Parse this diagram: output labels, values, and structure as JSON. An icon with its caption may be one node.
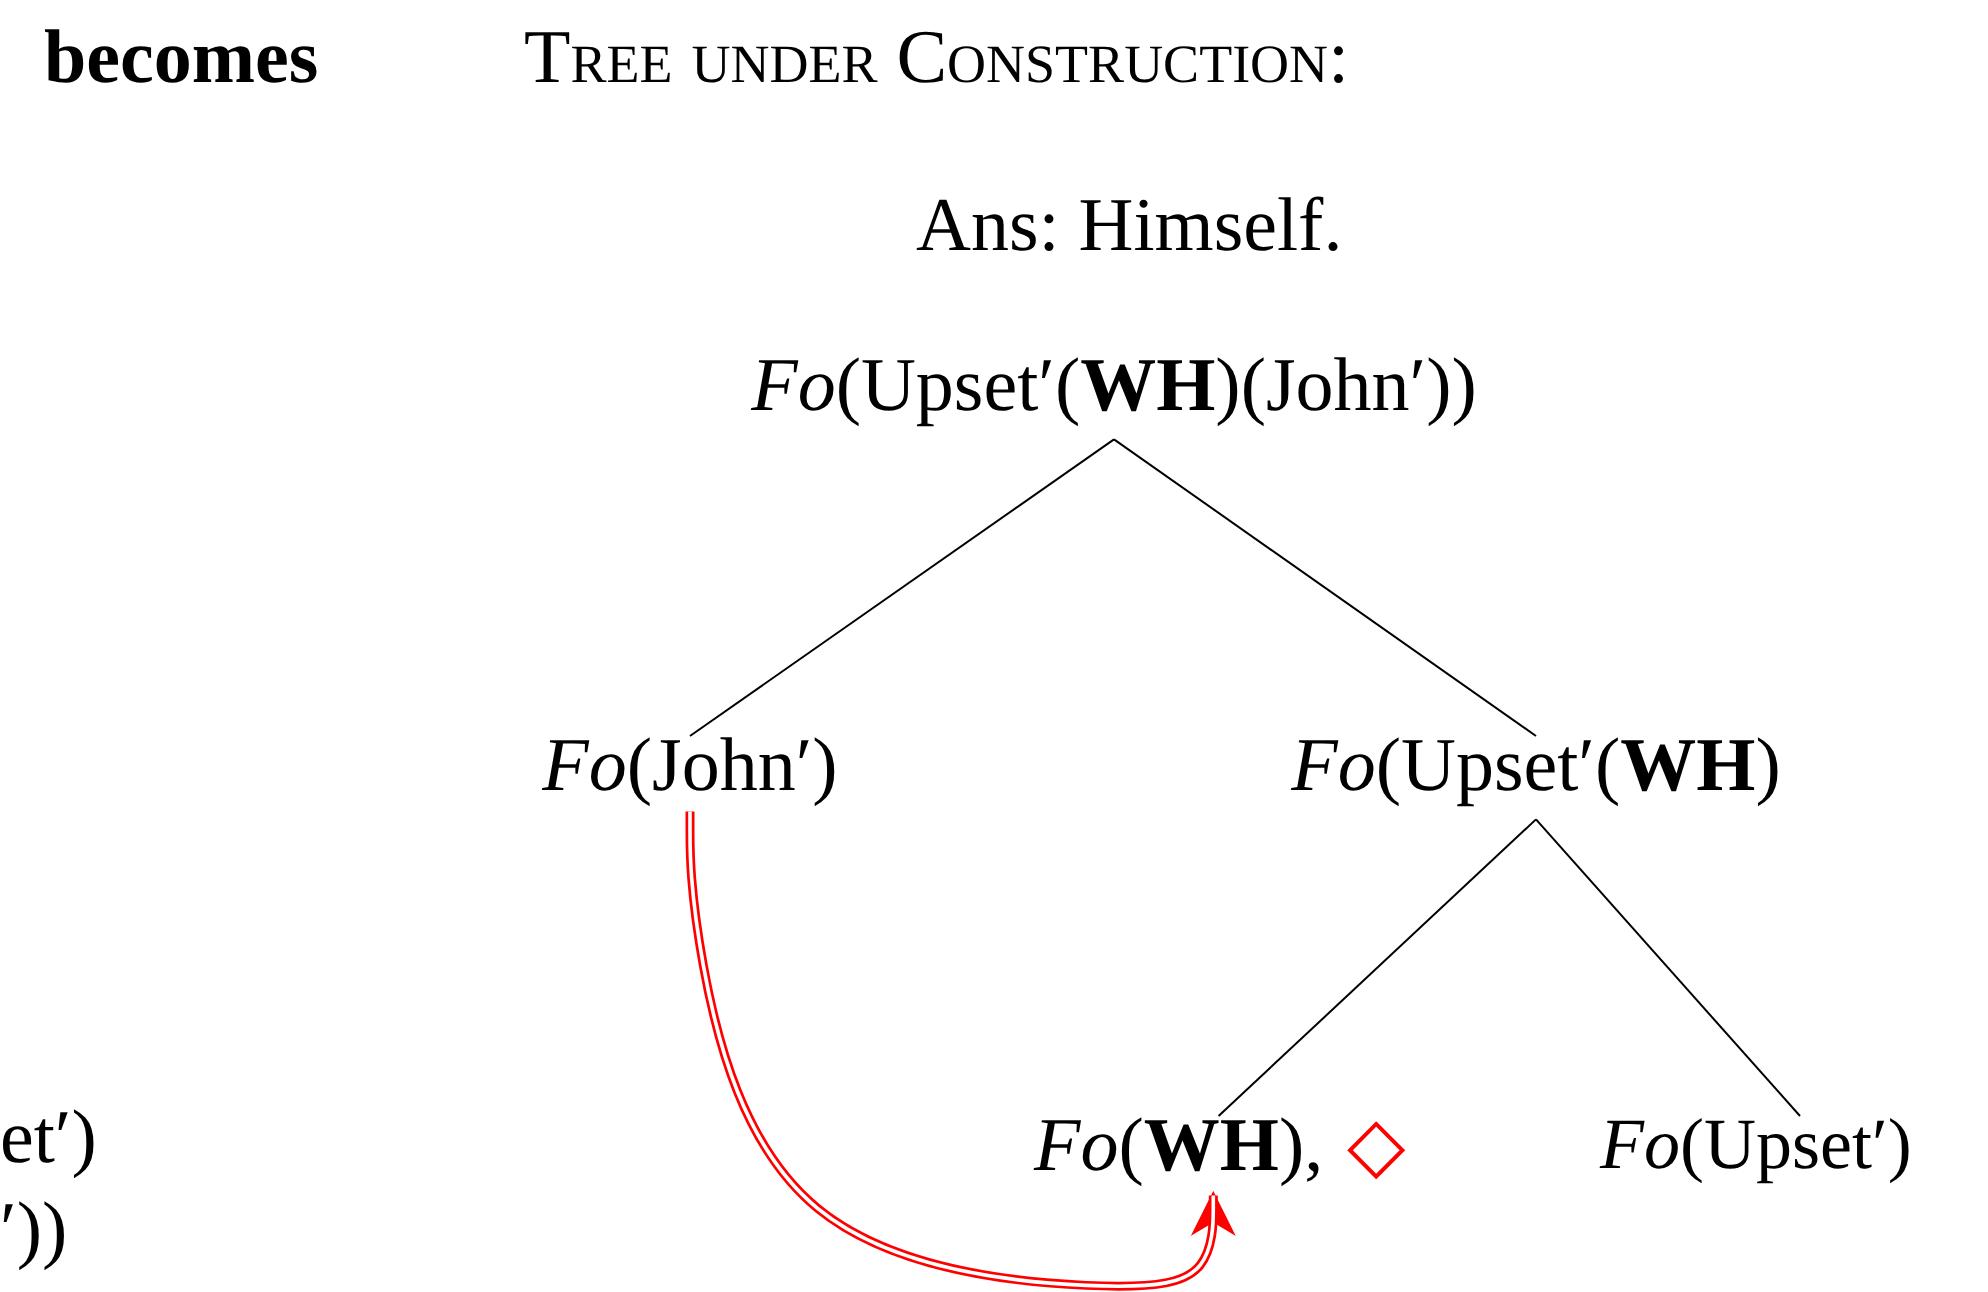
{
  "diagram": {
    "nodes": [
      {
        "text": [
          "*Fo*(Upset′(**WH**)(John′))"
        ]
      },
      {
        "text": [
          "*Fo*(John′)"
        ]
      },
      {
        "text": [
          "*Fo*(Upset′(**WH**)"
        ]
      },
      {
        "text": [
          "*Fo*(**WH**),"
        ],
        "beside": [
          "◇"
        ]
      },
      {
        "text": [
          "*Fo*(Upset′)"
        ]
      }
    ],
    "edges": [
      {
        "from": 0,
        "to": 1,
        "arrow": "none"
      },
      {
        "from": 0,
        "to": 2,
        "arrow": "none"
      },
      {
        "from": 2,
        "to": 3,
        "arrow": "none"
      },
      {
        "from": 2,
        "to": 4,
        "arrow": "none"
      },
      {
        "from": 1,
        "to": 3,
        "arrow": "to",
        "style": "thick",
        "color": "#ff0000"
      }
    ],
    "labels": [
      "becomes",
      "Tree under Construction:",
      "Ans: Himself.",
      "et′)",
      "′))"
    ]
  }
}
